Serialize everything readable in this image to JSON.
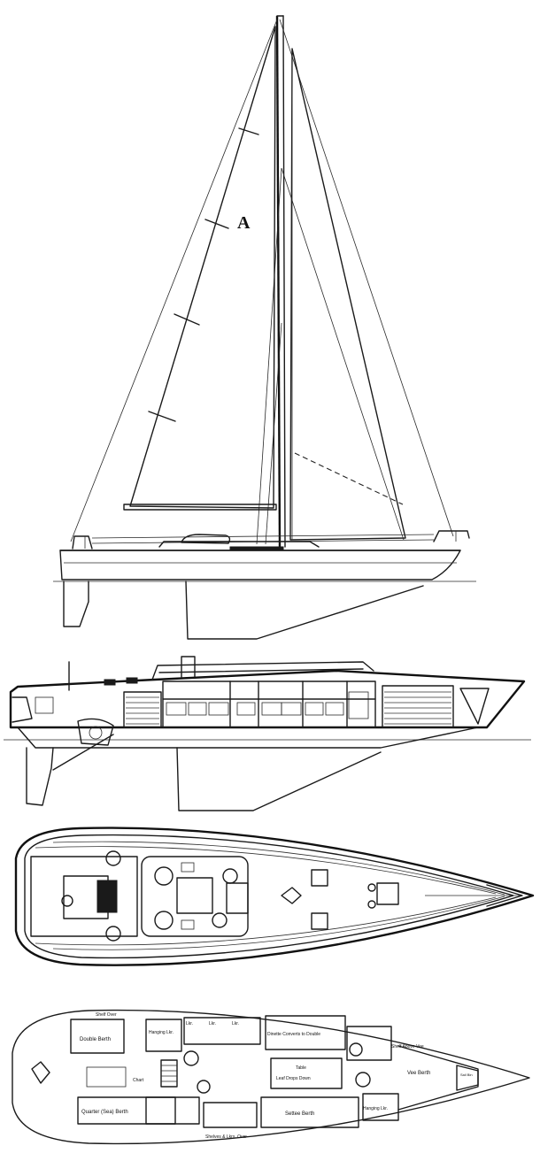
{
  "sail_plan": {
    "sail_insignia": "A"
  },
  "interior_plan": {
    "labels": {
      "shelf_over": "Shelf Over",
      "double_berth": "Double Berth",
      "locker": "Lkr.",
      "hanging_locker": "Hanging Lkr.",
      "quarter_sea_berth": "Quarter (Sea) Berth",
      "settee_converts": "Dinette Converts to Double",
      "table": "Table",
      "drop_leaf": "Leaf Drops Down",
      "settee_berth": "Settee Berth",
      "shelves_locker_over": "Shelves & Lkrs. Over",
      "shelf_above_vee": "Shelf Above Vee",
      "vee_berth": "Vee Berth",
      "sail_bin": "Sail Bin",
      "chart": "Chart"
    }
  }
}
